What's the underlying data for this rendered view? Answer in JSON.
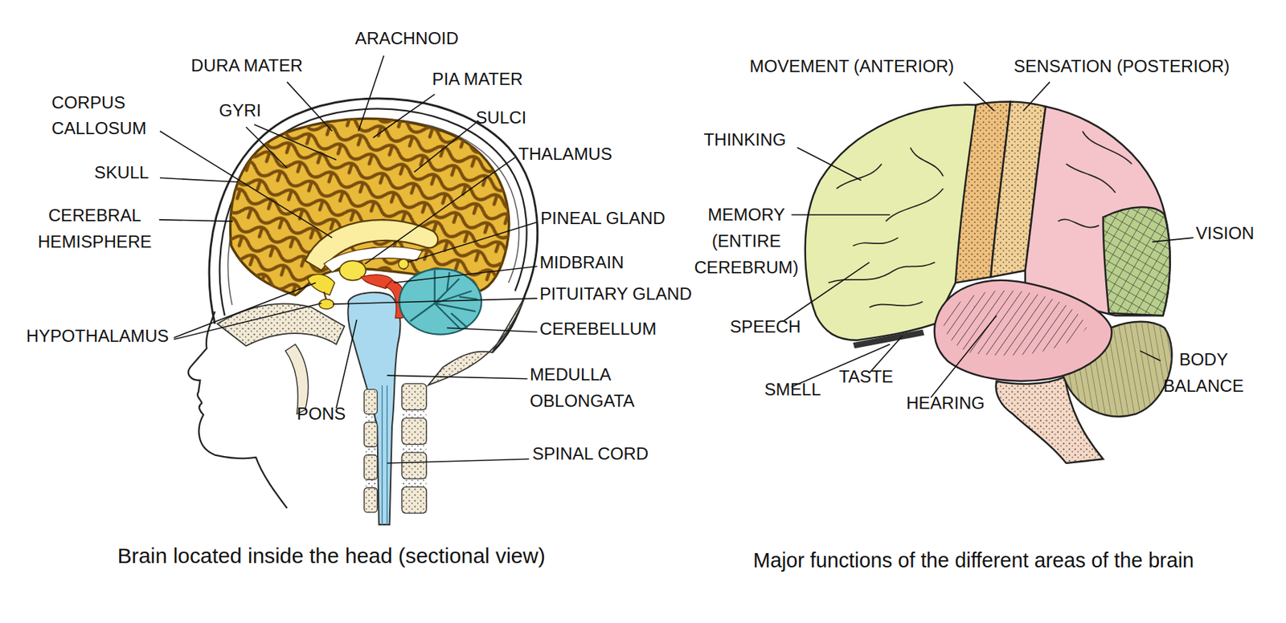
{
  "diagram": {
    "labels": [
      "ARACHNOID",
      "DURA MATER",
      "PIA MATER",
      "CORPUS CALLOSUM",
      "GYRI",
      "SULCI",
      "SKULL",
      "THALAMUS",
      "CEREBRAL HEMISPHERE",
      "PINEAL GLAND",
      "MIDBRAIN",
      "PITUITARY GLAND",
      "HYPOTHALAMUS",
      "CEREBELLUM",
      "MEDULLA OBLONGATA",
      "PONS",
      "SPINAL CORD",
      "MOVEMENT (ANTERIOR)",
      "SENSATION (POSTERIOR)",
      "THINKING",
      "MEMORY (ENTIRE CEREBRUM)",
      "VISION",
      "SPEECH",
      "BODY BALANCE",
      "SMELL",
      "TASTE",
      "HEARING",
      "Brain located inside the head (sectional view)",
      "Major functions of the different areas of the brain"
    ]
  }
}
